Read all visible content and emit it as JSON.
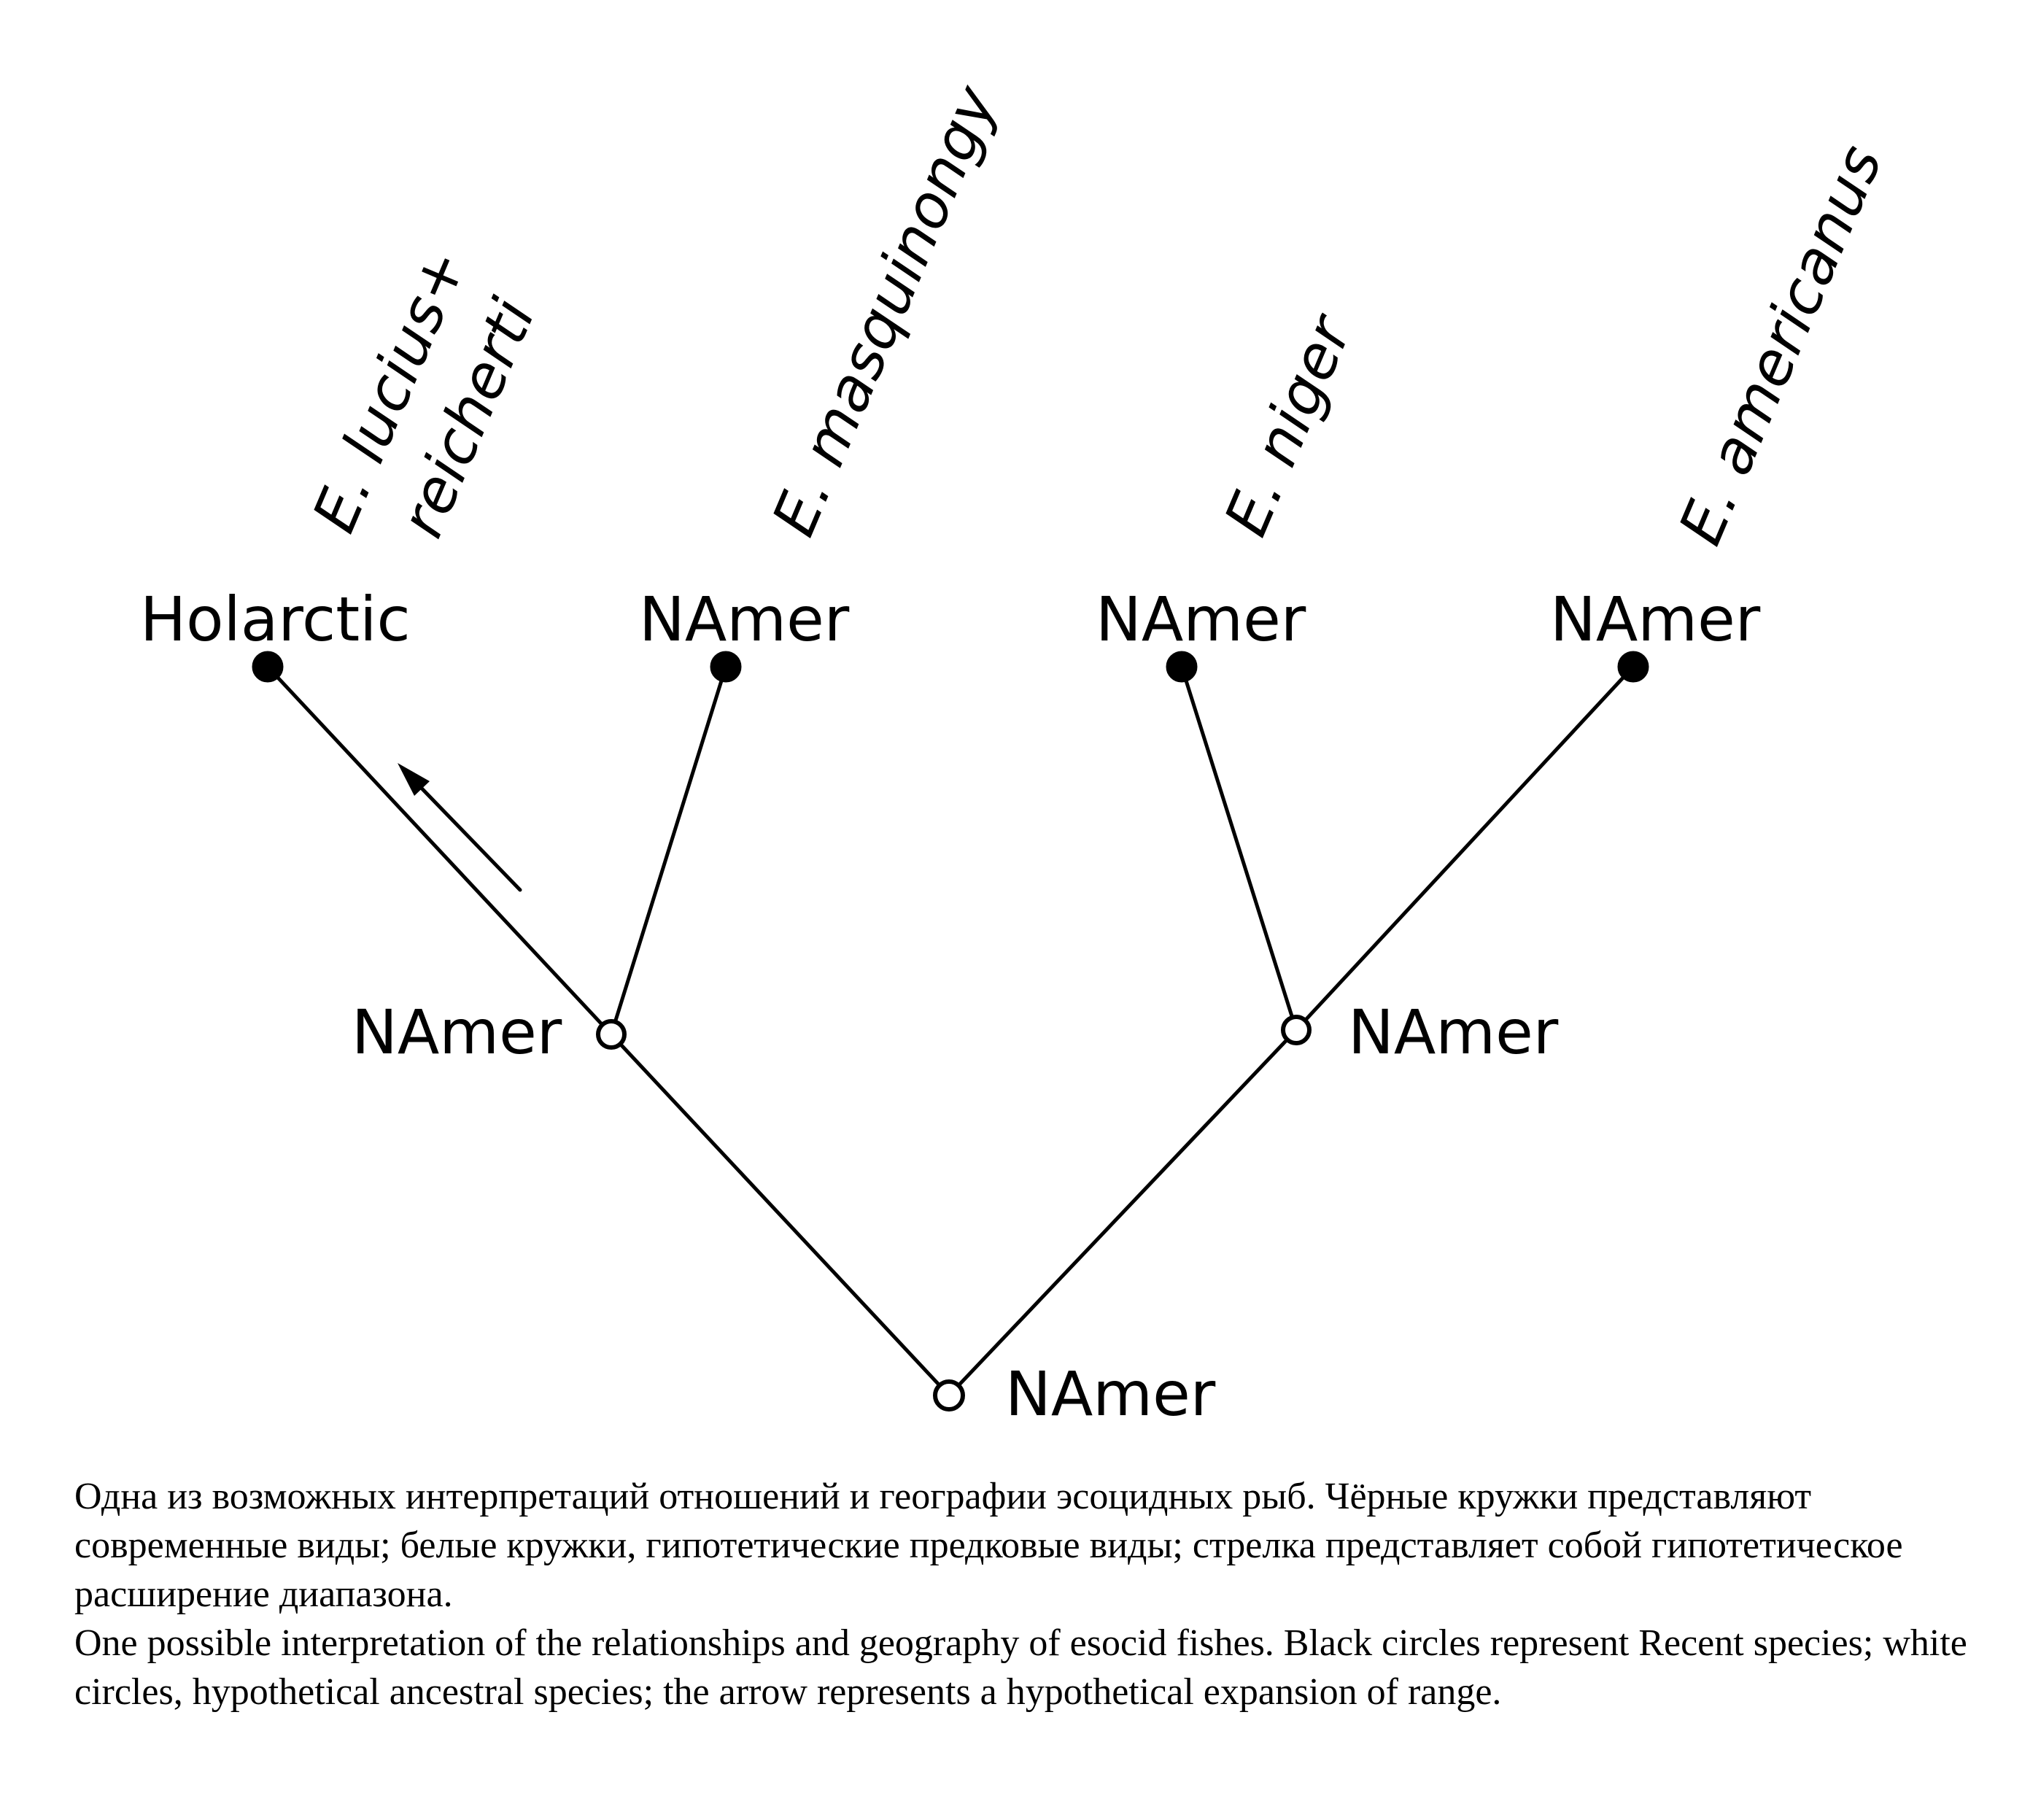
{
  "tips": [
    {
      "species_line1": "E. lucius+",
      "species_line2": "reicherti",
      "region": "Holarctic"
    },
    {
      "species": "E. masquinongy",
      "region": "NAmer"
    },
    {
      "species": "E. niger",
      "region": "NAmer"
    },
    {
      "species": "E. americanus",
      "region": "NAmer"
    }
  ],
  "ancestors": {
    "left": "NAmer",
    "right": "NAmer",
    "root": "NAmer"
  },
  "caption": {
    "russian": "Одна из возможных интерпретаций отношений и географии эсоцидных рыб. Чёрные кружки представляют современные виды; белые кружки, гипотетические предковые виды; стрелка представляет собой гипотетическое расширение диапазона.",
    "english": "One possible interpretation of the relationships and geography of esocid fishes. Black circles represent Recent species; white circles, hypothetical ancestral species; the arrow represents a hypothetical expansion of range."
  }
}
